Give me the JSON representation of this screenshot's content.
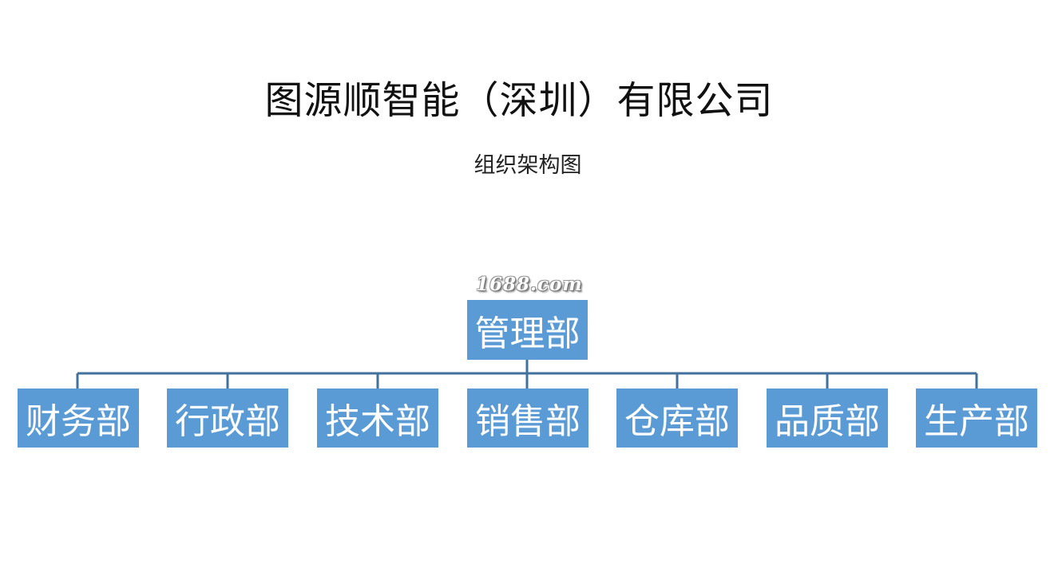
{
  "header": {
    "company_name": "图源顺智能（深圳）有限公司",
    "subtitle": "组织架构图"
  },
  "watermark": {
    "text": "1688.com"
  },
  "org_chart": {
    "root": {
      "label": "管理部"
    },
    "children": [
      {
        "label": "财务部"
      },
      {
        "label": "行政部"
      },
      {
        "label": "技术部"
      },
      {
        "label": "销售部"
      },
      {
        "label": "仓库部"
      },
      {
        "label": "品质部"
      },
      {
        "label": "生产部"
      }
    ]
  },
  "colors": {
    "box_fill": "#5b9bd5",
    "box_text": "#ffffff",
    "connector": "#41719c",
    "title_text": "#111111"
  }
}
